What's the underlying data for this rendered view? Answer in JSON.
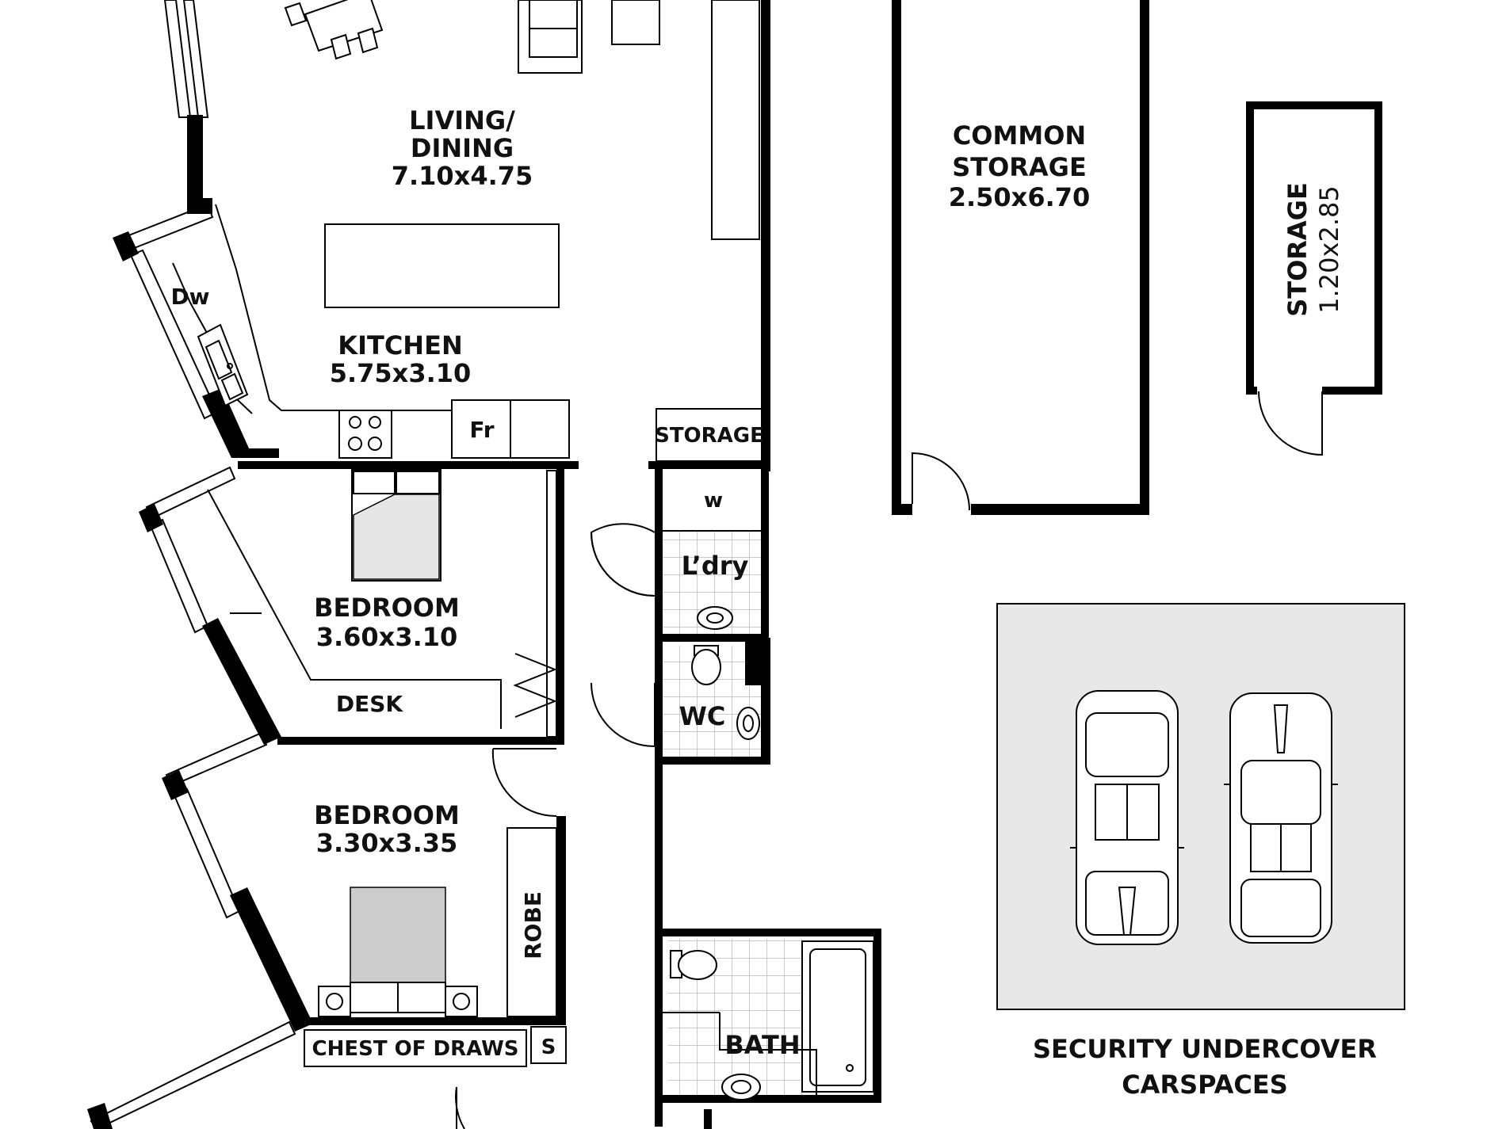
{
  "rooms": {
    "living": {
      "line1": "LIVING/",
      "line2": "DINING",
      "dims": "7.10x4.75"
    },
    "kitchen": {
      "name": "KITCHEN",
      "dims": "5.75x3.10"
    },
    "bedroom1": {
      "name": "BEDROOM",
      "dims": "3.60x3.10"
    },
    "bedroom2": {
      "name": "BEDROOM",
      "dims": "3.30x3.35"
    },
    "common_storage": {
      "line1": "COMMON",
      "line2": "STORAGE",
      "dims": "2.50x6.70"
    },
    "storage_small": {
      "name": "STORAGE",
      "dims": "1.20x2.85"
    },
    "storage_closet": {
      "name": "STORAGE"
    },
    "laundry": {
      "name": "L’dry"
    },
    "wc": {
      "name": "WC"
    },
    "bath": {
      "name": "BATH"
    },
    "carspaces": {
      "line1": "SECURITY UNDERCOVER",
      "line2": "CARSPACES"
    }
  },
  "fixtures": {
    "dishwasher": "Dw",
    "fridge": "Fr",
    "washer": "w",
    "desk": "DESK",
    "robe": "ROBE",
    "chest": "CHEST OF DRAWS",
    "shelf": "S"
  },
  "colors": {
    "wall": "#000000",
    "carpark": "#e8e8e8",
    "bed": "#e6e6e6"
  }
}
